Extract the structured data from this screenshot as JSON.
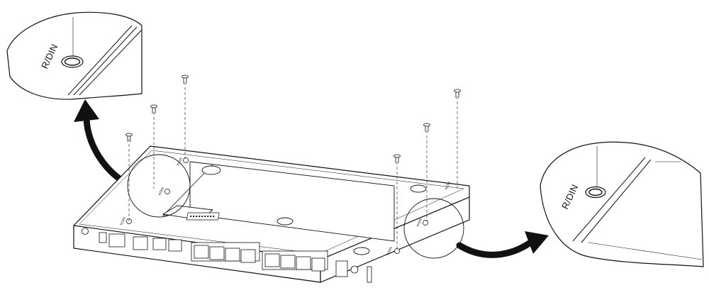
{
  "diagram": {
    "callout_left_label": "R/DIN",
    "callout_right_label": "R/DIN",
    "hole_label": "R/DIN",
    "colors": {
      "line": "#111111",
      "arrow": "#111111",
      "background": "#ffffff"
    },
    "icons": [
      "screw-icon",
      "curved-arrow-icon"
    ]
  }
}
